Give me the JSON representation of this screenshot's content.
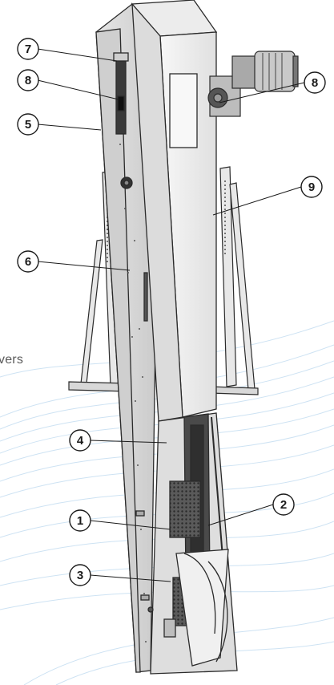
{
  "callouts": [
    {
      "id": "c7",
      "label": "7"
    },
    {
      "id": "c8a",
      "label": "8"
    },
    {
      "id": "c5",
      "label": "5"
    },
    {
      "id": "c8b",
      "label": "8"
    },
    {
      "id": "c9",
      "label": "9"
    },
    {
      "id": "c6",
      "label": "6"
    },
    {
      "id": "c4",
      "label": "4"
    },
    {
      "id": "c2",
      "label": "2"
    },
    {
      "id": "c1",
      "label": "1"
    },
    {
      "id": "c3",
      "label": "3"
    }
  ],
  "cropped_text": "vers",
  "colors": {
    "line": "#2b2b2b",
    "metal_light": "#f4f4f4",
    "metal_mid": "#d9d9d9",
    "metal_dark": "#a8a8a8",
    "swirl": "#b9d7ee"
  }
}
